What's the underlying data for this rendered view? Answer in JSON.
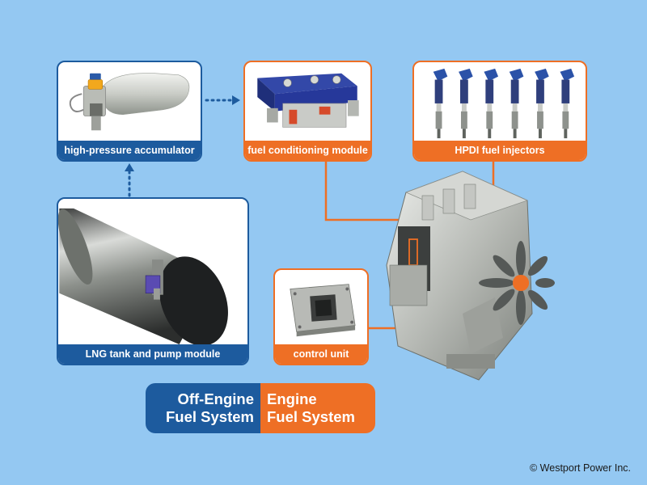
{
  "cards": {
    "accumulator": {
      "label": "high-pressure accumulator"
    },
    "fuel_conditioning": {
      "label": "fuel conditioning module"
    },
    "injectors": {
      "label": "HPDI fuel injectors"
    },
    "lng_tank": {
      "label": "LNG tank and pump module"
    },
    "control_unit": {
      "label": "control unit"
    }
  },
  "legend": {
    "off_engine_line1": "Off-Engine",
    "off_engine_line2": "Fuel System",
    "engine_line1": "Engine",
    "engine_line2": "Fuel System"
  },
  "copyright": "© Westport Power Inc.",
  "colors": {
    "background": "#94c8f2",
    "off_engine_blue": "#1d5b9e",
    "engine_orange": "#ee6f25"
  }
}
